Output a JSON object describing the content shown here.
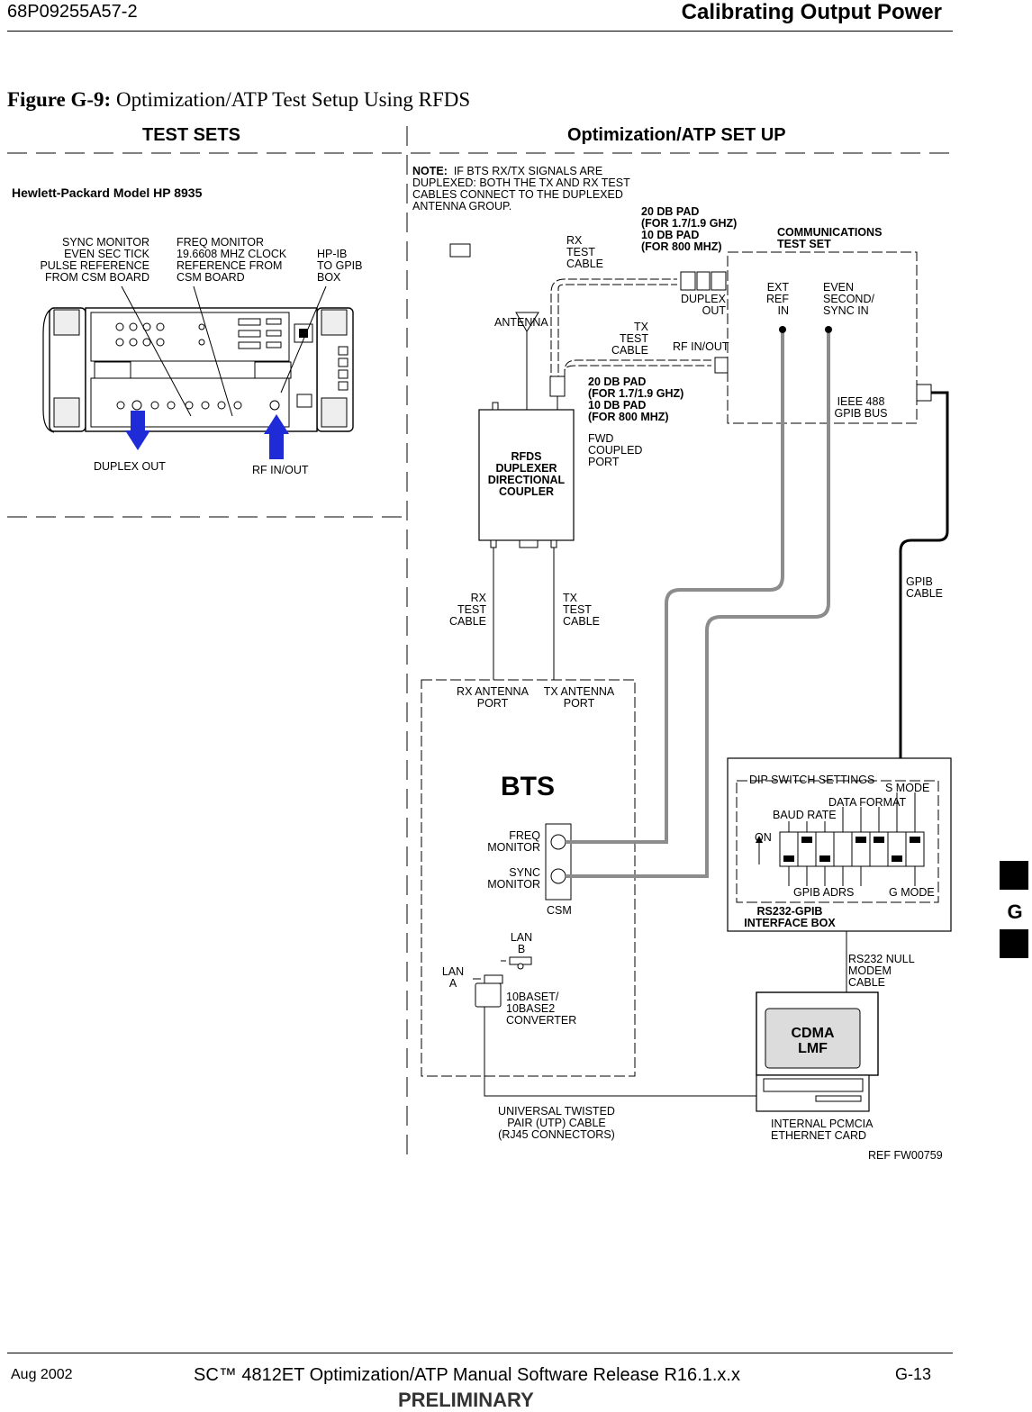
{
  "header": {
    "doc_number": "68P09255A57-2",
    "section_title": "Calibrating Output Power"
  },
  "figure": {
    "label": "Figure G-9:",
    "caption": "Optimization/ATP Test Setup Using RFDS"
  },
  "sections": {
    "test_sets": "TEST SETS",
    "setup": "Optimization/ATP SET UP"
  },
  "test_set": {
    "model": "Hewlett-Packard Model HP 8935",
    "sync_monitor": "SYNC MONITOR\nEVEN SEC TICK\nPULSE REFERENCE\nFROM CSM BOARD",
    "freq_monitor": "FREQ MONITOR\n19.6608 MHZ CLOCK\nREFERENCE FROM\nCSM BOARD",
    "hpib": "HP-IB\nTO GPIB\nBOX",
    "duplex_out": "DUPLEX OUT",
    "rf_in_out": "RF IN/OUT"
  },
  "note": {
    "prefix": "NOTE:",
    "text": "  IF BTS RX/TX SIGNALS ARE\nDUPLEXED: BOTH THE TX AND RX TEST\nCABLES CONNECT TO THE DUPLEXED\nANTENNA GROUP."
  },
  "labels": {
    "pad_top": "20 DB PAD\n(FOR 1.7/1.9 GHZ)\n10 DB PAD\n(FOR 800 MHZ)",
    "pad_mid": "20 DB PAD\n(FOR 1.7/1.9 GHZ)\n10 DB PAD\n(FOR 800 MHZ)",
    "rx_test_cable_top": "RX\nTEST\nCABLE",
    "tx_test_cable_top": "TX\nTEST\nCABLE",
    "antenna": "ANTENNA",
    "comm_test_set": "COMMUNICATIONS\nTEST SET",
    "duplex_out": "DUPLEX\nOUT",
    "rf_in_out": "RF IN/OUT",
    "ext_ref_in": "EXT\nREF\nIN",
    "even_second": "EVEN\nSECOND/\nSYNC IN",
    "ieee": "IEEE 488\nGPIB BUS",
    "fwd_coupled": "FWD\nCOUPLED\nPORT",
    "rfds": "RFDS\nDUPLEXER\nDIRECTIONAL\nCOUPLER",
    "rx_test_cable": "RX\nTEST\nCABLE",
    "tx_test_cable": "TX\nTEST\nCABLE",
    "gpib_cable": "GPIB\nCABLE",
    "rx_antenna_port": "RX ANTENNA\nPORT",
    "tx_antenna_port": "TX ANTENNA\nPORT",
    "bts": "BTS",
    "freq_monitor": "FREQ\nMONITOR",
    "sync_monitor": "SYNC\nMONITOR",
    "csm": "CSM",
    "lan_b": "LAN\nB",
    "lan_a": "LAN\nA",
    "converter": "10BASET/\n10BASE2\nCONVERTER",
    "dip_switch": "DIP SWITCH SETTINGS",
    "s_mode": "S MODE",
    "data_format": "DATA FORMAT",
    "baud_rate": "BAUD RATE",
    "on": "ON",
    "gpib_adrs": "GPIB ADRS",
    "g_mode": "G MODE",
    "rs232_gpib": "RS232-GPIB\nINTERFACE BOX",
    "rs232_null": "RS232 NULL\nMODEM\nCABLE",
    "cdma_lmf": "CDMA\nLMF",
    "utp": "UNIVERSAL TWISTED\nPAIR (UTP) CABLE\n(RJ45 CONNECTORS)",
    "pcmcia": "INTERNAL PCMCIA\nETHERNET CARD",
    "ref": "REF FW00759"
  },
  "footer": {
    "date": "Aug 2002",
    "title": "SC™ 4812ET Optimization/ATP Manual Software Release R16.1.x.x",
    "page": "G-13",
    "status": "PRELIMINARY"
  },
  "tab": {
    "letter": "G"
  },
  "colors": {
    "arrow_blue": "#1f2bd6",
    "cable_gray": "#8c8c8c"
  }
}
